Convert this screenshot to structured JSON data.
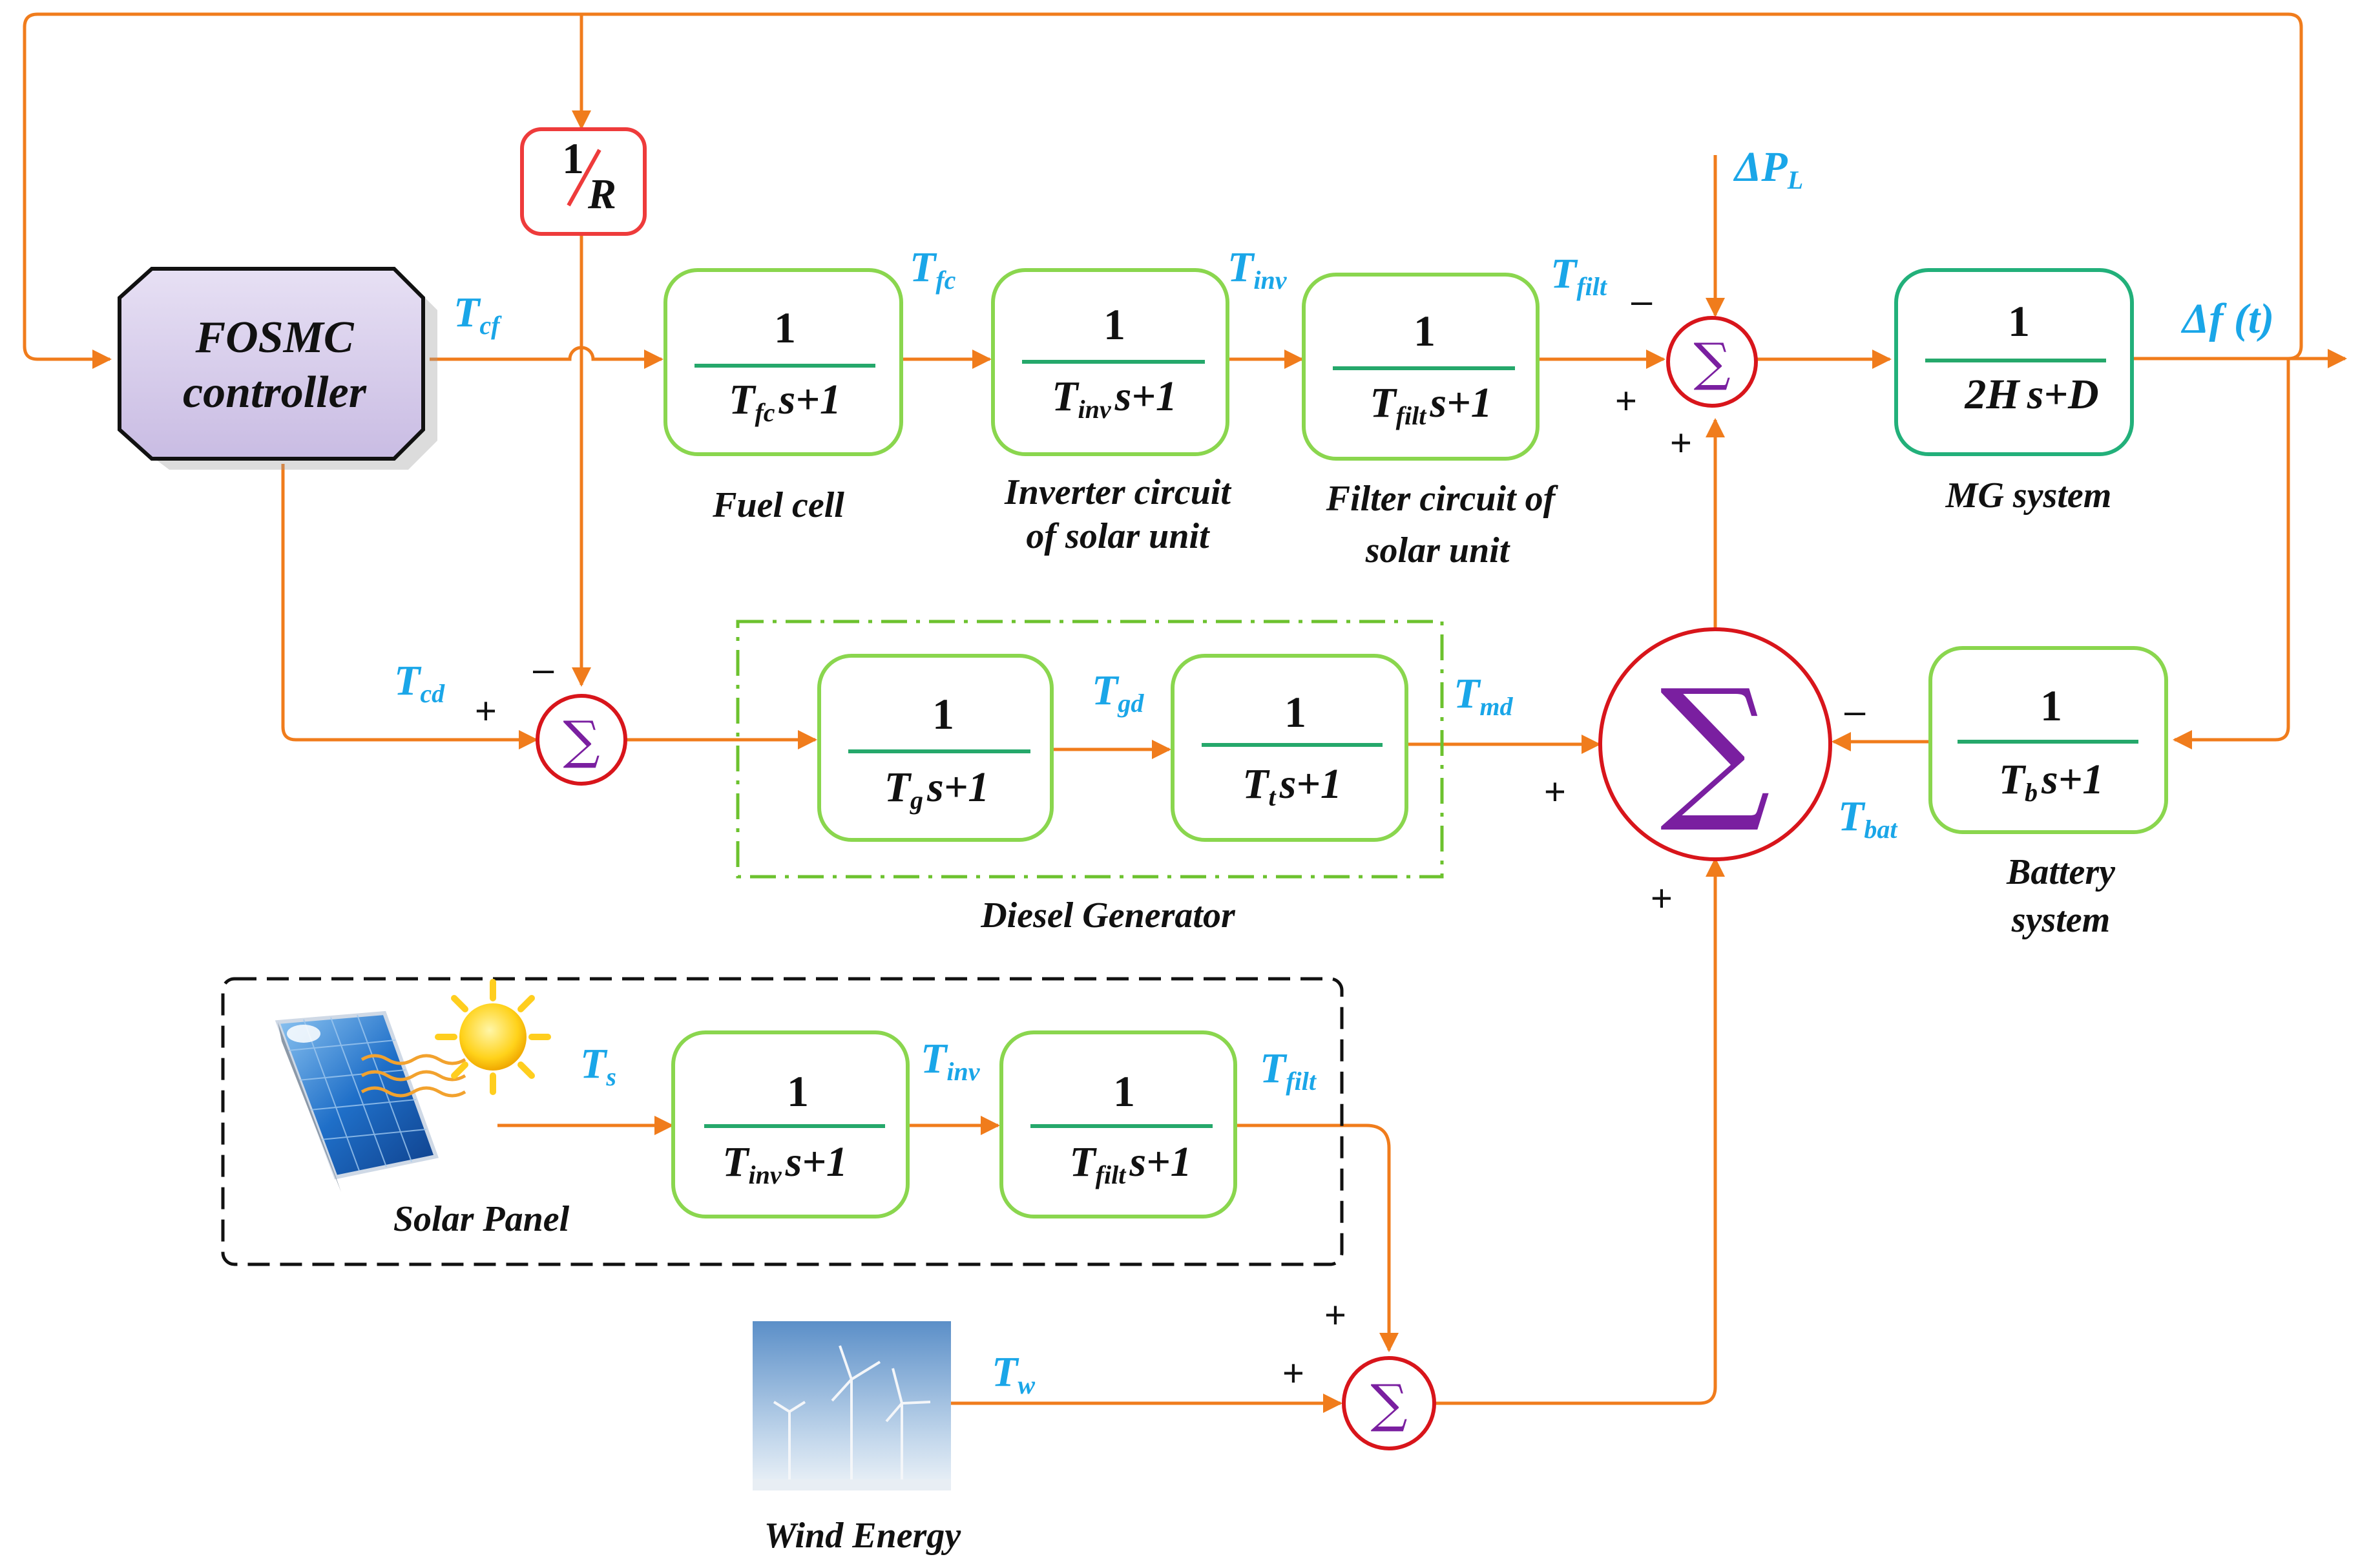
{
  "controller": {
    "line1": "FOSMC",
    "line2": "controller"
  },
  "droop": {
    "num": "1",
    "den": "R"
  },
  "blocks": {
    "fuel_cell": {
      "num": "1",
      "den_a": "T",
      "den_sub": "fc",
      "den_b": "s+1",
      "caption1": "Fuel cell",
      "caption2": ""
    },
    "inverter_top": {
      "num": "1",
      "den_a": "T",
      "den_sub": "inv",
      "den_b": "s+1",
      "caption1": "Inverter circuit",
      "caption2": "of solar unit"
    },
    "filter_top": {
      "num": "1",
      "den_a": "T",
      "den_sub": "filt",
      "den_b": "s+1",
      "caption1": "Filter circuit of",
      "caption2": "solar unit"
    },
    "mg_system": {
      "num": "1",
      "den_a": "2H",
      "den_sub": "",
      "den_b": "s+D",
      "caption1": "MG system",
      "caption2": ""
    },
    "governor": {
      "num": "1",
      "den_a": "T",
      "den_sub": "g",
      "den_b": "s+1"
    },
    "turbine": {
      "num": "1",
      "den_a": "T",
      "den_sub": "t",
      "den_b": "s+1"
    },
    "battery": {
      "num": "1",
      "den_a": "T",
      "den_sub": "b",
      "den_b": "s+1",
      "caption1": "Battery",
      "caption2": "system"
    },
    "inverter_solar": {
      "num": "1",
      "den_a": "T",
      "den_sub": "inv",
      "den_b": "s+1"
    },
    "filter_solar": {
      "num": "1",
      "den_a": "T",
      "den_sub": "filt",
      "den_b": "s+1"
    }
  },
  "groups": {
    "diesel": "Diesel Generator",
    "solar": "Solar Panel",
    "wind": "Wind Energy"
  },
  "signals": {
    "t_cf": {
      "a": "T",
      "sub": "cf"
    },
    "t_fc": {
      "a": "T",
      "sub": "fc"
    },
    "t_inv_top": {
      "a": "T",
      "sub": "inv"
    },
    "t_filt_top": {
      "a": "T",
      "sub": "filt"
    },
    "delta_pl": {
      "a": "ΔP",
      "sub": "L"
    },
    "delta_f": {
      "a": "Δf (t)",
      "sub": ""
    },
    "t_cd": {
      "a": "T",
      "sub": "cd"
    },
    "t_gd": {
      "a": "T",
      "sub": "gd"
    },
    "t_md": {
      "a": "T",
      "sub": "md"
    },
    "t_bat": {
      "a": "T",
      "sub": "bat"
    },
    "t_s": {
      "a": "T",
      "sub": "s"
    },
    "t_inv_solar": {
      "a": "T",
      "sub": "inv"
    },
    "t_filt_solar": {
      "a": "T",
      "sub": "filt"
    },
    "t_w": {
      "a": "T",
      "sub": "w"
    }
  },
  "signs": {
    "top_sum_minus": "–",
    "top_sum_plus_left": "+",
    "top_sum_plus_bottom": "+",
    "cd_sum_minus": "–",
    "cd_sum_plus": "+",
    "big_sum_plus_left": "+",
    "big_sum_minus_right": "–",
    "big_sum_plus_bottom": "+",
    "wind_sum_plus_top": "+",
    "wind_sum_plus_left": "+"
  },
  "sum_symbol": "∑"
}
